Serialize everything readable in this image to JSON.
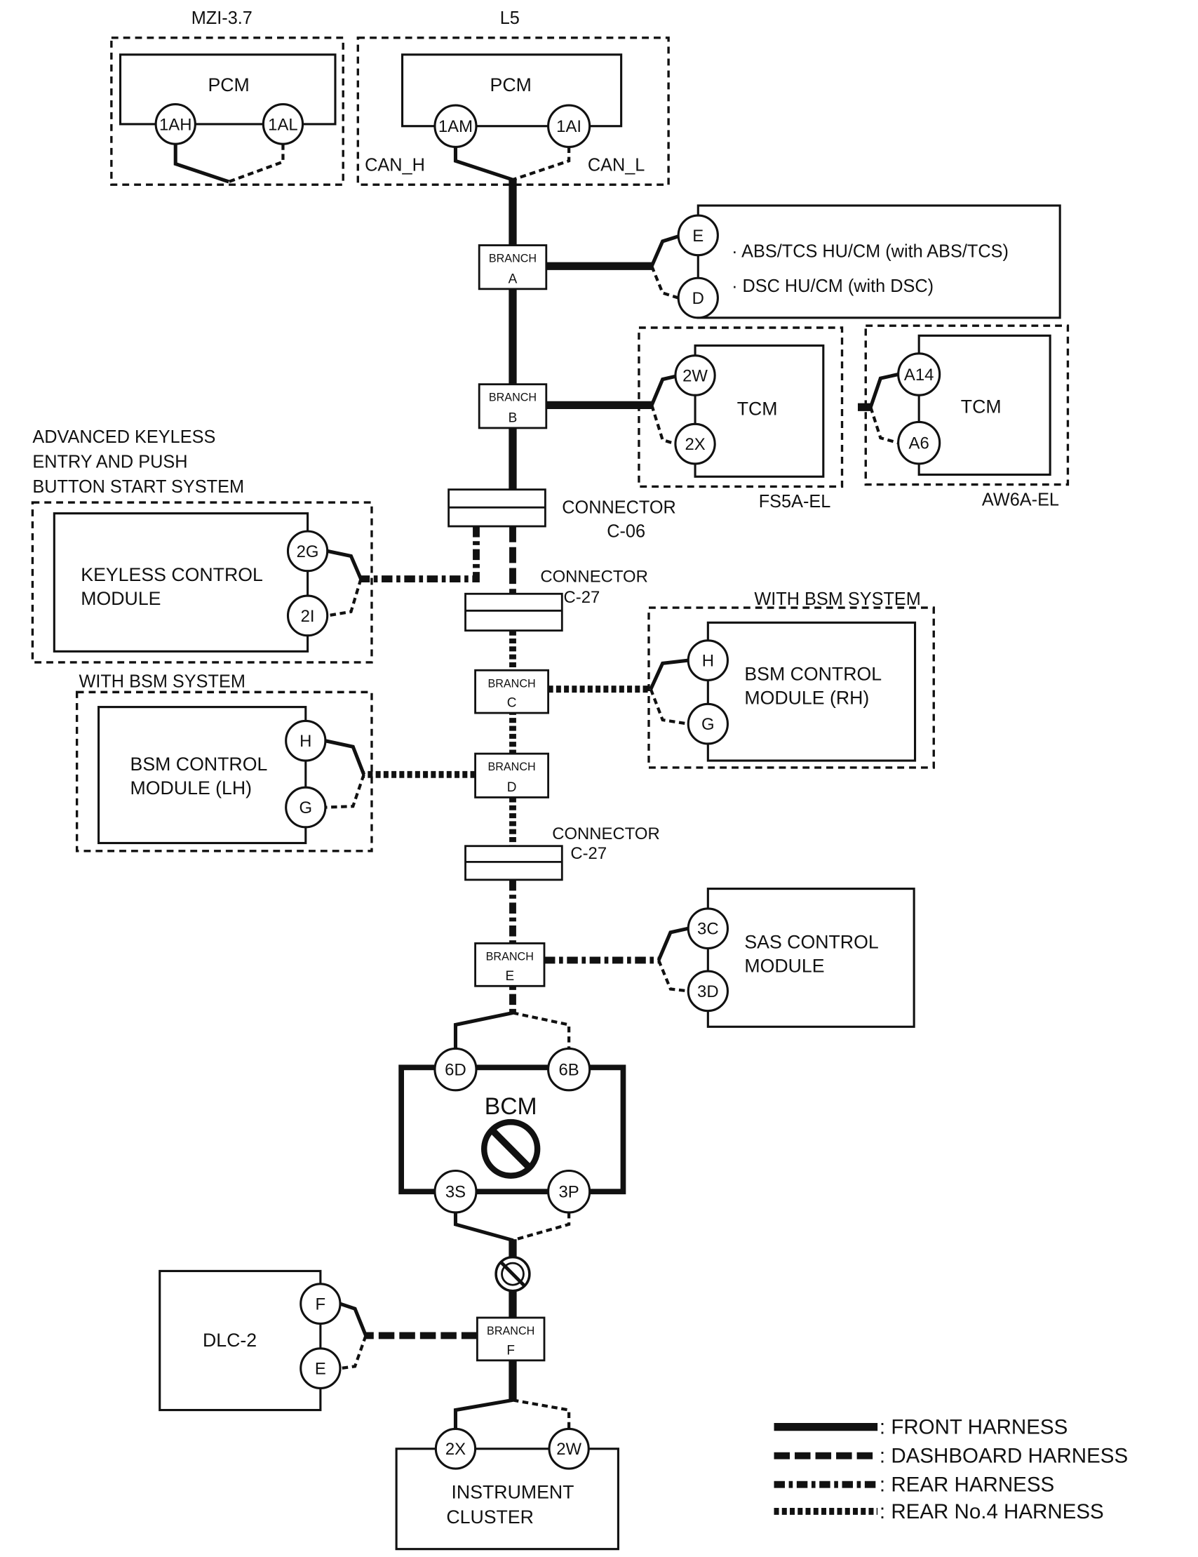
{
  "pcm_mzi": {
    "variant": "MZI-3.7",
    "name": "PCM",
    "pins": [
      "1AH",
      "1AL"
    ]
  },
  "pcm_l5": {
    "variant": "L5",
    "name": "PCM",
    "pins": [
      "1AM",
      "1AI"
    ],
    "can_h": "CAN_H",
    "can_l": "CAN_L"
  },
  "branch_a": {
    "label": "BRANCH",
    "letter": "A"
  },
  "branch_b": {
    "label": "BRANCH",
    "letter": "B"
  },
  "branch_c": {
    "label": "BRANCH",
    "letter": "C"
  },
  "branch_d": {
    "label": "BRANCH",
    "letter": "D"
  },
  "branch_e": {
    "label": "BRANCH",
    "letter": "E"
  },
  "branch_f": {
    "label": "BRANCH",
    "letter": "F"
  },
  "abs_dsc": {
    "pins": [
      "E",
      "D"
    ],
    "lines": [
      "· ABS/TCS HU/CM (with ABS/TCS)",
      "· DSC HU/CM (with DSC)"
    ]
  },
  "tcm_fs5a": {
    "name": "TCM",
    "pins": [
      "2W",
      "2X"
    ],
    "variant": "FS5A-EL"
  },
  "tcm_aw6a": {
    "name": "TCM",
    "pins": [
      "A14",
      "A6"
    ],
    "variant": "AW6A-EL"
  },
  "connector_c06": {
    "label": "CONNECTOR",
    "id": "C-06"
  },
  "keyless": {
    "system": [
      "ADVANCED KEYLESS",
      "ENTRY AND PUSH",
      "BUTTON START SYSTEM"
    ],
    "name": [
      "KEYLESS CONTROL",
      "MODULE"
    ],
    "pins": [
      "2G",
      "2I"
    ]
  },
  "connector_c27_upper": {
    "label": "CONNECTOR",
    "id": "C-27"
  },
  "bsm_rh": {
    "condition": "WITH BSM SYSTEM",
    "name": [
      "BSM CONTROL",
      "MODULE (RH)"
    ],
    "pins": [
      "H",
      "G"
    ]
  },
  "bsm_lh": {
    "condition": "WITH BSM SYSTEM",
    "name": [
      "BSM CONTROL",
      "MODULE (LH)"
    ],
    "pins": [
      "H",
      "G"
    ]
  },
  "connector_c27_lower": {
    "label": "CONNECTOR",
    "id": "C-27"
  },
  "sas": {
    "name": [
      "SAS CONTROL",
      "MODULE"
    ],
    "pins": [
      "3C",
      "3D"
    ]
  },
  "bcm": {
    "name": "BCM",
    "pins": [
      "6D",
      "6B",
      "3S",
      "3P"
    ]
  },
  "dlc": {
    "name": "DLC-2",
    "pins": [
      "F",
      "E"
    ]
  },
  "instrument_cluster": {
    "name": [
      "INSTRUMENT",
      "CLUSTER"
    ],
    "pins": [
      "2X",
      "2W"
    ]
  },
  "legend": {
    "front": ": FRONT HARNESS",
    "dashboard": ": DASHBOARD HARNESS",
    "rear": ": REAR HARNESS",
    "rear_no4": ": REAR No.4 HARNESS"
  }
}
